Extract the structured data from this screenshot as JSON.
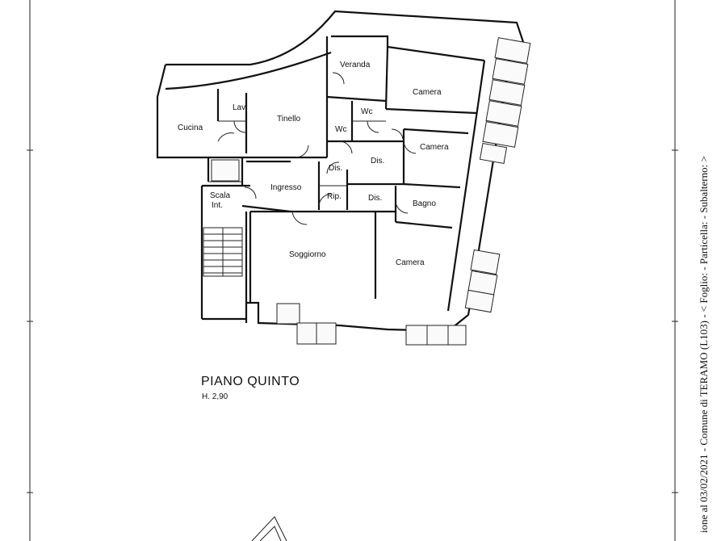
{
  "rooms": {
    "veranda": "Veranda",
    "camera_top": "Camera",
    "lav": "Lav.",
    "tinello": "Tinello",
    "cucina": "Cucina",
    "wc_upper": "Wc",
    "wc_lower": "Wc",
    "camera_mid": "Camera",
    "dis_right": "Dis.",
    "dis_center": "Dis.",
    "ingresso": "Ingresso",
    "scala_line1": "Scala",
    "scala_line2": "Int.",
    "rip": "Rip.",
    "dis_lower": "Dis.",
    "bagno": "Bagno",
    "soggiorno": "Soggiorno",
    "camera_bottom": "Camera"
  },
  "floor": {
    "title": "PIANO QUINTO",
    "height": "H. 2,90"
  },
  "side_text": "ione al 03/02/2021 - Comune di TERAMO (L103) - < Foglio: - Particella: - Subalterno: >"
}
